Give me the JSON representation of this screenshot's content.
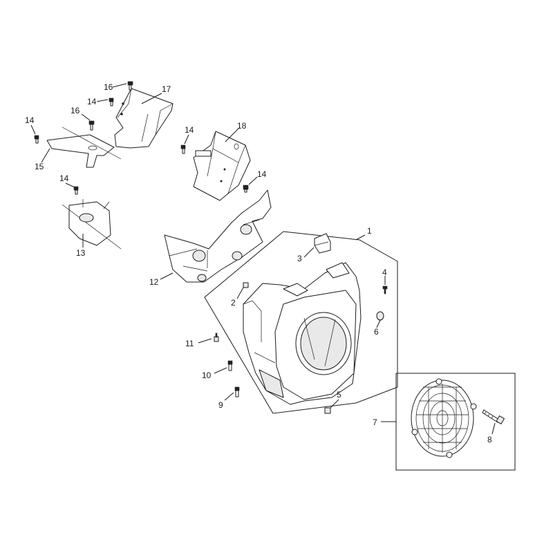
{
  "callouts": {
    "c1": "1",
    "c2": "2",
    "c3": "3",
    "c4": "4",
    "c5": "5",
    "c6": "6",
    "c7": "7",
    "c8": "8",
    "c9": "9",
    "c10": "10",
    "c11": "11",
    "c12": "12",
    "c13": "13",
    "c14a": "14",
    "c14b": "14",
    "c14c": "14",
    "c14d": "14",
    "c14e": "14",
    "c15": "15",
    "c16a": "16",
    "c16b": "16",
    "c17": "17",
    "c18": "18"
  }
}
